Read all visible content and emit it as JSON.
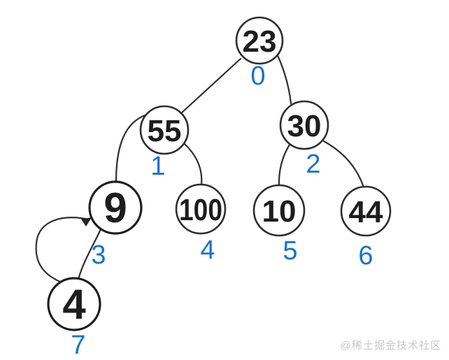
{
  "diagram": {
    "type": "binary-heap-tree",
    "nodes": [
      {
        "value": "23",
        "index": "0",
        "highlighted": false
      },
      {
        "value": "55",
        "index": "1",
        "highlighted": false
      },
      {
        "value": "30",
        "index": "2",
        "highlighted": false
      },
      {
        "value": "9",
        "index": "3",
        "highlighted": true
      },
      {
        "value": "100",
        "index": "4",
        "highlighted": false
      },
      {
        "value": "10",
        "index": "5",
        "highlighted": false
      },
      {
        "value": "44",
        "index": "6",
        "highlighted": false
      },
      {
        "value": "4",
        "index": "7",
        "highlighted": true
      }
    ],
    "edges": [
      {
        "from": "0",
        "to": "1"
      },
      {
        "from": "0",
        "to": "2"
      },
      {
        "from": "1",
        "to": "3"
      },
      {
        "from": "1",
        "to": "4"
      },
      {
        "from": "2",
        "to": "5"
      },
      {
        "from": "2",
        "to": "6"
      },
      {
        "from": "3",
        "to": "7"
      }
    ],
    "swap_arrow": {
      "between": [
        "3",
        "7"
      ],
      "bidirectional": true
    }
  },
  "colors": {
    "highlight": "#F9DB4D",
    "line": "#2e2e2e",
    "index": "#1673cf",
    "arrowhead": "#232323",
    "node_text": "#1d1d1d"
  },
  "watermark": {
    "text": "@稀土掘金技术社区"
  }
}
